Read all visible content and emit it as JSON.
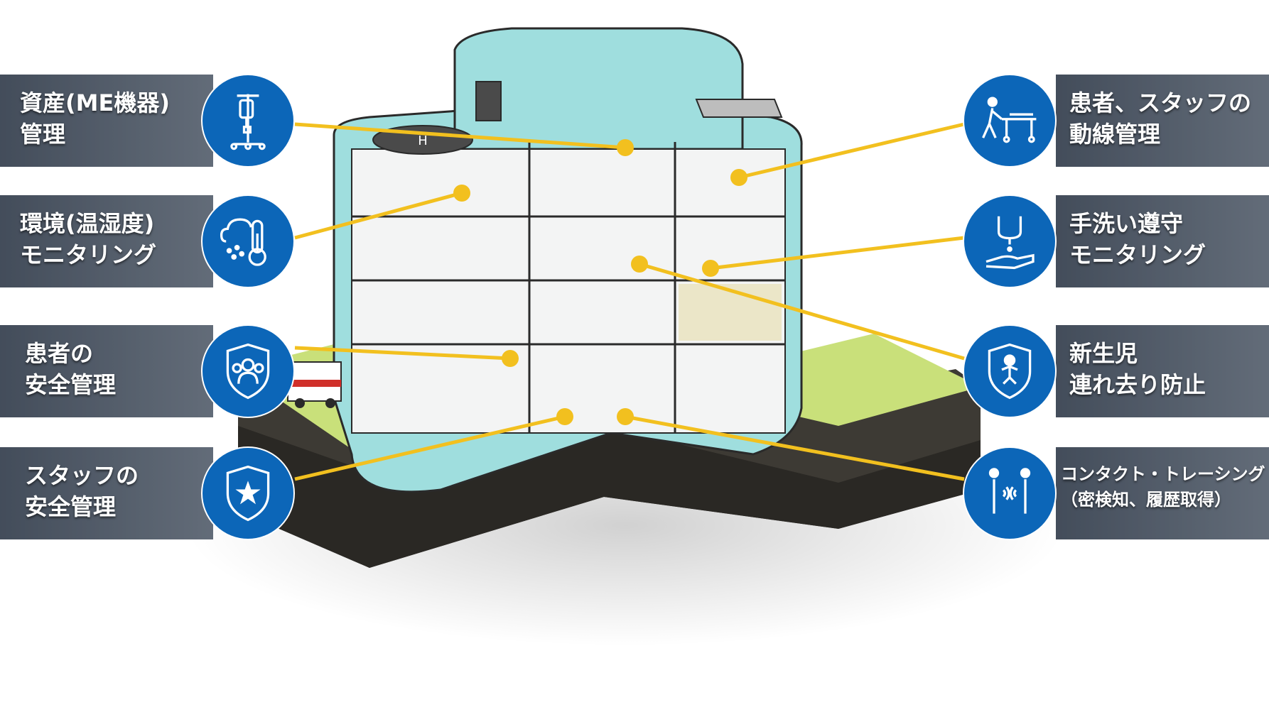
{
  "colors": {
    "badge_blue": "#0c66b8",
    "connector_yellow": "#f2c01f",
    "building_teal": "#8fd6d6",
    "lawn_green": "#c9e07a"
  },
  "features_left": [
    {
      "lines": [
        "資産(ME機器)",
        "管理"
      ],
      "icon": "iv-stand-icon"
    },
    {
      "lines": [
        "環境(温湿度)",
        "モニタリング"
      ],
      "icon": "cloud-thermometer-icon"
    },
    {
      "lines": [
        "患者の",
        "安全管理"
      ],
      "icon": "patients-shield-icon"
    },
    {
      "lines": [
        "スタッフの",
        "安全管理"
      ],
      "icon": "star-shield-icon"
    }
  ],
  "features_right": [
    {
      "lines": [
        "患者、スタッフの",
        "動線管理"
      ],
      "icon": "person-pushing-gurney-icon"
    },
    {
      "lines": [
        "手洗い遵守",
        "モニタリング"
      ],
      "icon": "hand-sanitizer-icon"
    },
    {
      "lines": [
        "新生児",
        "連れ去り防止"
      ],
      "icon": "baby-shield-icon"
    },
    {
      "lines": [
        "コンタクト・トレーシング",
        "（密検知、履歴取得）"
      ],
      "icon": "contact-tracing-icon"
    }
  ],
  "building": {
    "helipad_mark": "H"
  }
}
